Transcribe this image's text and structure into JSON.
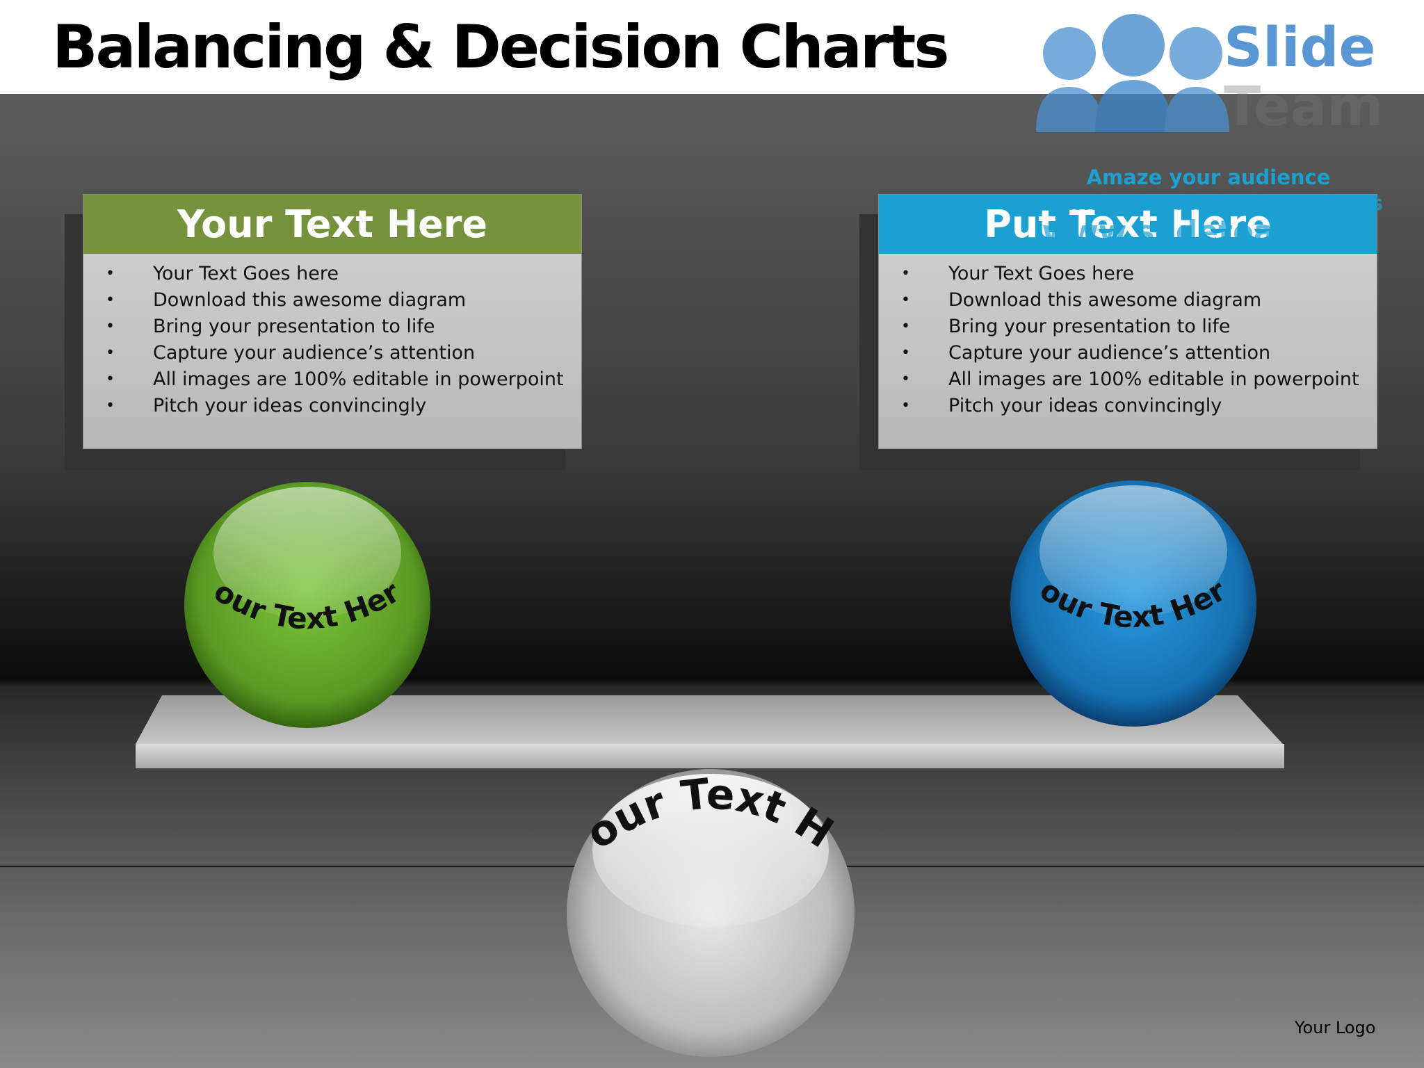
{
  "title": "Balancing & Decision Charts",
  "left_card": {
    "heading": "Your Text Here",
    "items": [
      "Your Text Goes here",
      "Download this awesome diagram",
      "Bring your presentation to life",
      "Capture your audience’s attention",
      "All images are 100% editable in powerpoint",
      "Pitch your ideas convincingly"
    ],
    "color": "#76923c"
  },
  "right_card": {
    "heading": "Put Text Here",
    "items": [
      "Your Text Goes here",
      "Download this awesome diagram",
      "Bring your presentation to life",
      "Capture your audience’s attention",
      "All images are 100% editable in powerpoint",
      "Pitch your ideas convincingly"
    ],
    "color": "#1ca0d2"
  },
  "balls": {
    "left": {
      "label": "Your Text Here",
      "color": "#6aa52e"
    },
    "right": {
      "label": "Your Text Here",
      "color": "#1a7ec0"
    },
    "fulcrum": {
      "label": "Your Text He",
      "color": "#cfcfcf"
    }
  },
  "watermark": {
    "brand_top": "Slide",
    "brand_bottom": "Team",
    "tagline1": "Amaze your audience",
    "tagline2": "Download unlimited templates",
    "url": "www.slideteam.net"
  },
  "logo_text": "Your Logo"
}
